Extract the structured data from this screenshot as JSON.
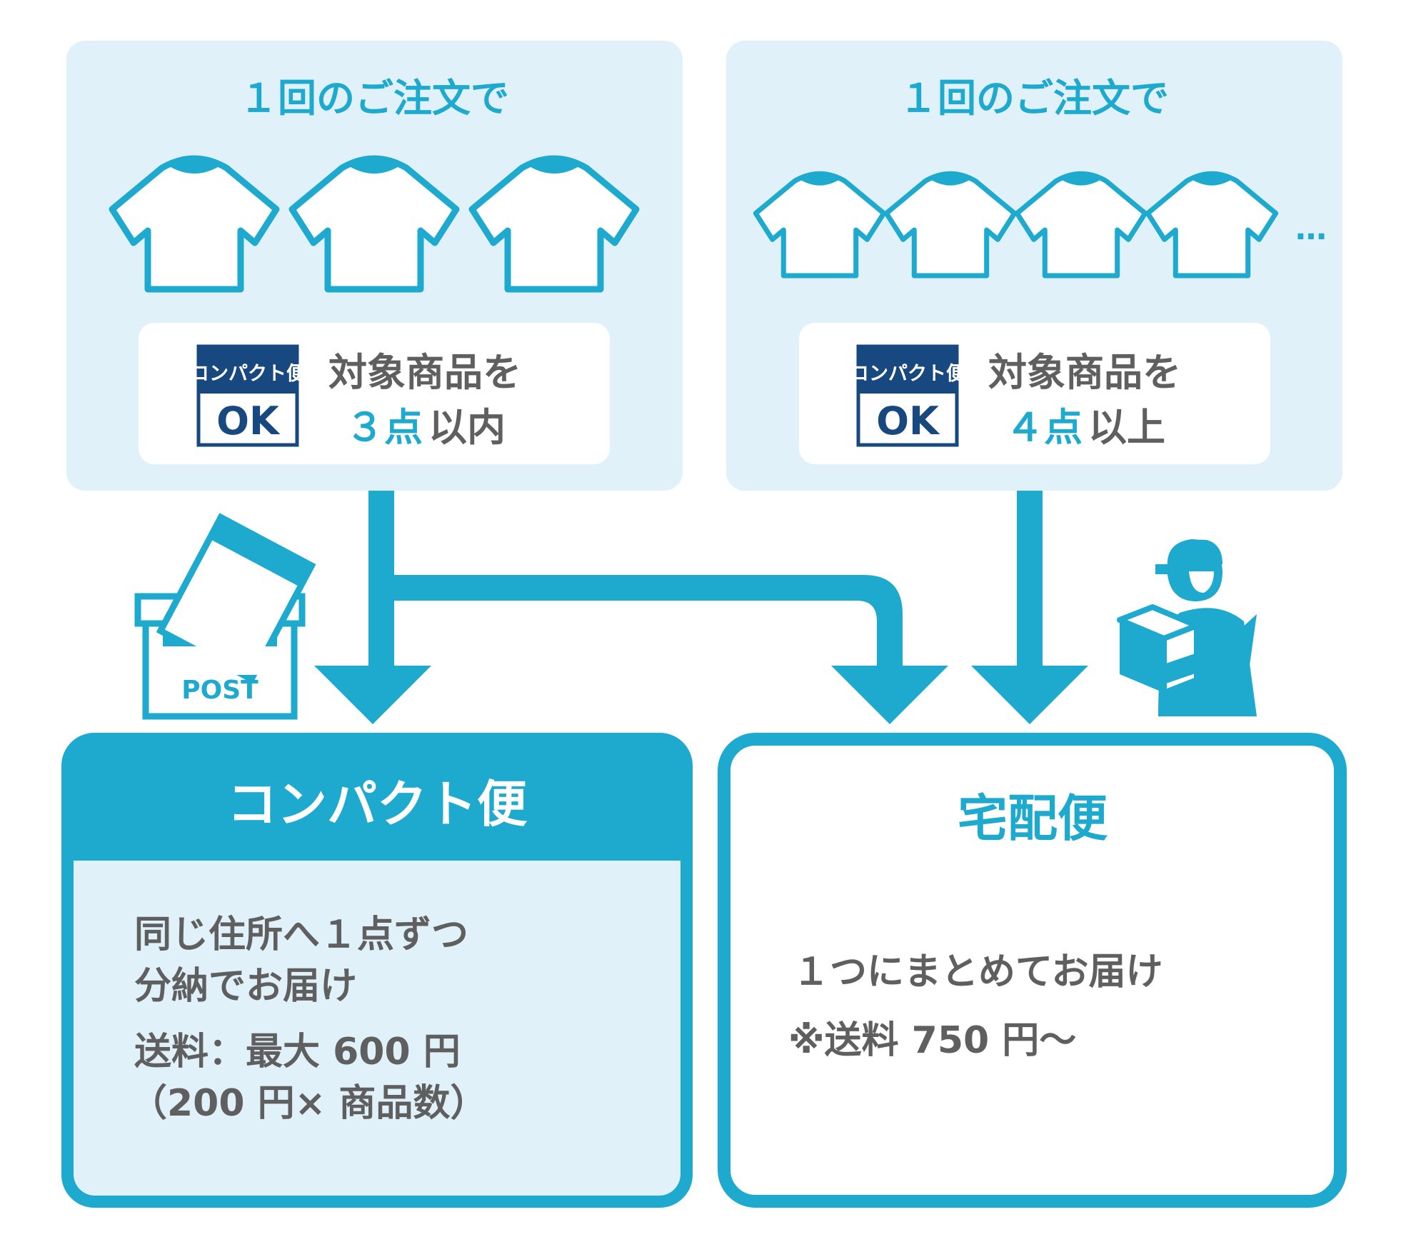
{
  "colors": {
    "accent": "#1ea9cf",
    "panel_light": "#e0f1fa",
    "text_gray": "#5f5f5f",
    "badge_navy": "#17487f",
    "white": "#ffffff"
  },
  "left_card": {
    "title": "１回のご注文で",
    "badge_top": "コンパクト便",
    "badge_bottom": "OK",
    "line1": "対象商品を",
    "count": "３点",
    "suffix": "以内"
  },
  "right_card": {
    "title": "１回のご注文で",
    "badge_top": "コンパクト便",
    "badge_bottom": "OK",
    "line1": "対象商品を",
    "count": "４点",
    "suffix": "以上",
    "ellipsis": "…"
  },
  "post_icon": {
    "label": "POST"
  },
  "icons": {
    "tshirt": "tshirt-icon",
    "post": "mailbox-icon",
    "courier": "delivery-person-icon"
  },
  "compact_box": {
    "title": "コンパクト便",
    "desc1": "同じ住所へ１点ずつ",
    "desc2": "分納でお届け",
    "fee1": "送料：最大 600 円",
    "fee2": "（200 円× 商品数）"
  },
  "takuhai_box": {
    "title": "宅配便",
    "desc1": "１つにまとめてお届け",
    "fee": "※送料 750 円〜"
  }
}
